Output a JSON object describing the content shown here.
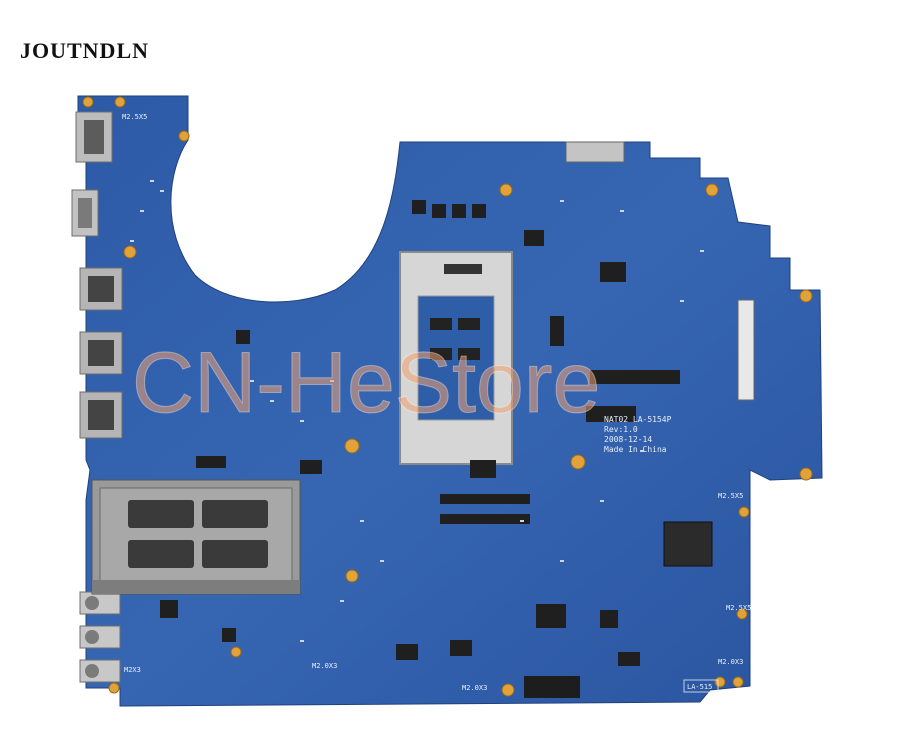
{
  "brand": {
    "name": "JOUTNDLN"
  },
  "watermark": {
    "text": "CN-HeStore"
  },
  "board": {
    "model_line": "NAT02 LA-5154P",
    "rev_line": "Rev:1.0",
    "date_line": "2008-12-14",
    "origin_line": "Made In China",
    "part_label": "LA-515",
    "screw_labels": [
      "M2.5X5",
      "M2.5X5",
      "M2.5X5",
      "M2.0X3",
      "M2.0X3",
      "M2.0X3",
      "M2X3"
    ],
    "colors": {
      "pcb": "#2f5ea8",
      "socket": "#d9d9d9",
      "card_slot": "#8f8f8f",
      "port": "#b9b9b9",
      "pad": "#e2a23a"
    }
  }
}
